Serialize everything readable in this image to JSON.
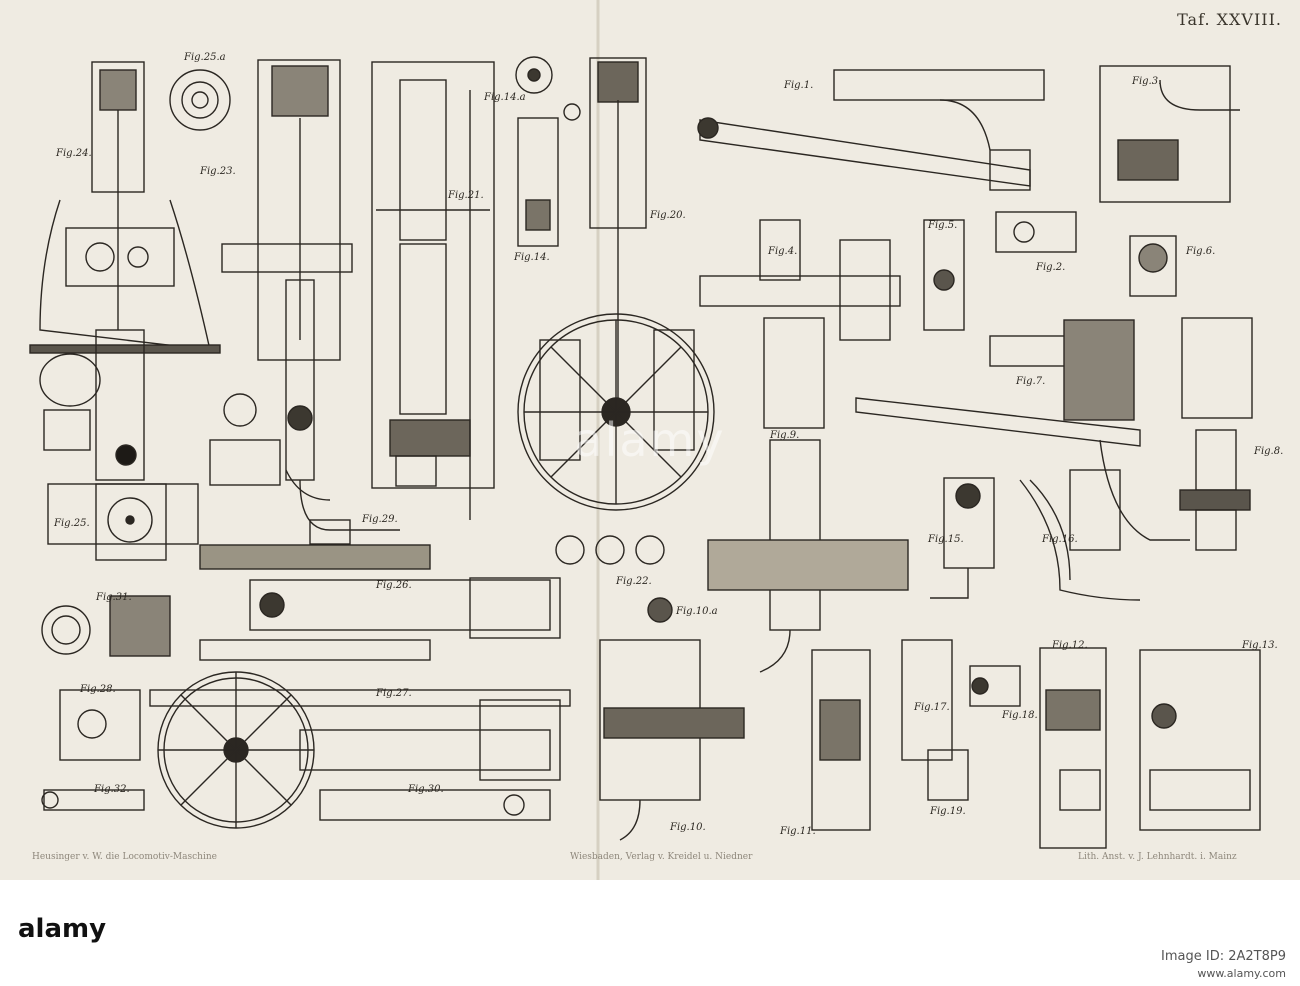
{
  "plate": {
    "number": "Taf. XXVIII.",
    "figures": [
      {
        "id": "fig-1",
        "label": "Fig.1."
      },
      {
        "id": "fig-2",
        "label": "Fig.2."
      },
      {
        "id": "fig-3",
        "label": "Fig.3."
      },
      {
        "id": "fig-4",
        "label": "Fig.4."
      },
      {
        "id": "fig-5",
        "label": "Fig.5."
      },
      {
        "id": "fig-6",
        "label": "Fig.6."
      },
      {
        "id": "fig-7",
        "label": "Fig.7."
      },
      {
        "id": "fig-8",
        "label": "Fig.8."
      },
      {
        "id": "fig-9",
        "label": "Fig.9."
      },
      {
        "id": "fig-10a",
        "label": "Fig.10.a"
      },
      {
        "id": "fig-10",
        "label": "Fig.10."
      },
      {
        "id": "fig-11",
        "label": "Fig.11."
      },
      {
        "id": "fig-12",
        "label": "Fig.12."
      },
      {
        "id": "fig-13",
        "label": "Fig.13."
      },
      {
        "id": "fig-14a",
        "label": "Fig.14.a"
      },
      {
        "id": "fig-14",
        "label": "Fig.14."
      },
      {
        "id": "fig-15",
        "label": "Fig.15."
      },
      {
        "id": "fig-16",
        "label": "Fig.16."
      },
      {
        "id": "fig-17",
        "label": "Fig.17."
      },
      {
        "id": "fig-18",
        "label": "Fig.18."
      },
      {
        "id": "fig-19",
        "label": "Fig.19."
      },
      {
        "id": "fig-20",
        "label": "Fig.20."
      },
      {
        "id": "fig-21",
        "label": "Fig.21."
      },
      {
        "id": "fig-22",
        "label": "Fig.22."
      },
      {
        "id": "fig-23",
        "label": "Fig.23."
      },
      {
        "id": "fig-24",
        "label": "Fig.24."
      },
      {
        "id": "fig-25a",
        "label": "Fig.25.a"
      },
      {
        "id": "fig-25",
        "label": "Fig.25."
      },
      {
        "id": "fig-26",
        "label": "Fig.26."
      },
      {
        "id": "fig-27",
        "label": "Fig.27."
      },
      {
        "id": "fig-28",
        "label": "Fig.28."
      },
      {
        "id": "fig-29",
        "label": "Fig.29."
      },
      {
        "id": "fig-30",
        "label": "Fig.30."
      },
      {
        "id": "fig-31",
        "label": "Fig.31."
      },
      {
        "id": "fig-32",
        "label": "Fig.32."
      }
    ],
    "footer": {
      "left": "Heusinger v. W. die Locomotiv-Maschine",
      "center": "Wiesbaden, Verlag v. Kreidel u. Niedner",
      "right": "Lith. Anst. v. J. Lehnhardt. i. Mainz"
    }
  },
  "stock": {
    "watermark": "alamy",
    "image_id": "Image ID: 2A2T8P9",
    "url": "www.alamy.com"
  }
}
